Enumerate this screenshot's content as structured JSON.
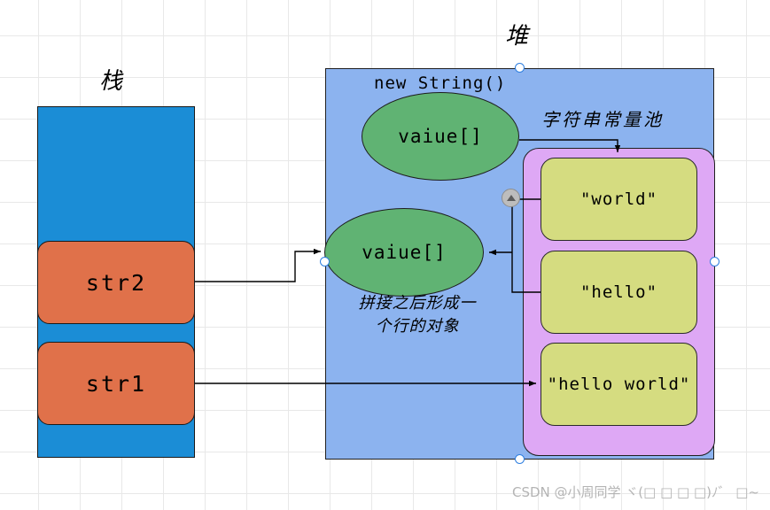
{
  "diagram": {
    "title_stack": "栈",
    "title_heap": "堆",
    "label_new_string": "new String()",
    "label_constant_pool": "字符串常量池",
    "note_concat": "拼接之后形成一\n个行的对象",
    "stack": {
      "slots": [
        {
          "name": "str2"
        },
        {
          "name": "str1"
        }
      ]
    },
    "heap": {
      "ellipses": [
        {
          "label": "vaiue[]"
        },
        {
          "label": "vaiue[]"
        }
      ]
    },
    "pool": {
      "items": [
        {
          "value": "\"world\""
        },
        {
          "value": "\"hello\""
        },
        {
          "value": "\"hello world\""
        }
      ]
    },
    "icons": {
      "collapse": "collapse-triangle-icon"
    }
  },
  "colors": {
    "stack_fill": "#1b8dd6",
    "stack_slot_fill": "#e0714a",
    "heap_fill": "#8cb3ef",
    "pool_fill": "#dea8f5",
    "pool_item_fill": "#d5dc80",
    "ellipse_fill": "#60b373",
    "stroke": "#1a1a1a",
    "handle_stroke": "#2e7fe0",
    "watermark": "#b4b4b4"
  },
  "watermark": "CSDN @小周同学 ヾ(□ □ □ □)ﾉ゛ □~"
}
